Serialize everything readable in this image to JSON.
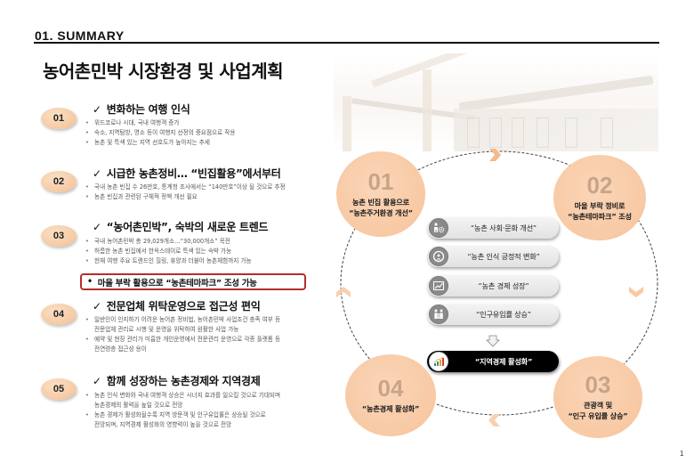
{
  "header": {
    "section_label": "01. SUMMARY",
    "page_title": "농어촌민박 시장환경 및 사업계획"
  },
  "items": [
    {
      "badge": "01",
      "check": "✓",
      "title": "변화하는 여행 인식",
      "bullets": [
        "위드코로나 시대, 국내 여행객 증가",
        "숙소, 지역탐방, 명소 등이 여행지 선정의 중요점으로 작용",
        "농촌 및 특색 있는 지역 선호도가 높아지는 추세"
      ]
    },
    {
      "badge": "02",
      "check": "✓",
      "title": "시급한 농촌정비… “빈집활용”에서부터",
      "bullets": [
        "국내 농촌 빈집 수 26만호, 통계청 조사에서는 “140만호”이상 될 것으로 추정",
        "농촌 빈집과 관련된 구체적 정책 개선 필요"
      ]
    },
    {
      "badge": "03",
      "check": "✓",
      "title": "“농어촌민박”, 숙박의 새로운 트렌드",
      "bullets": [
        "국내 농어촌민박 총 29,029개소…“30,000개소” 목전",
        "허름한 농촌 빈집에서 한옥스테이로 특색 있는 숙박 가능",
        "현재 여행 주요 트렌드인 힐링, 휴양과 더불어 농촌체험까지 가능"
      ],
      "highlight": "마을 부락 활용으로 “농촌테마파크” 조성 가능"
    },
    {
      "badge": "04",
      "check": "✓",
      "title": "전문업체 위탁운영으로 접근성 편익",
      "bullets": [
        "일반인이 인지하기 어려운 농어촌 정비법, 농어촌민박 사업조건 충족 여부 등",
        "전문업체 관리로 시행 및 운영을 위탁하여 원활한 사업 가능",
        "예약 및 현장 관리가 미흡한 개인운영에서 전문관리 운영으로 각종 플랫폼 등",
        "전연령층 접근성 용이"
      ]
    },
    {
      "badge": "05",
      "check": "✓",
      "title": "함께 성장하는 농촌경제와 지역경제",
      "bullets": [
        "농촌 인식 변화와 국내 여행객 상승은 시너지 효과를 일으킬 것으로 기대되며",
        "농촌경제의 활력을 높일 것으로 전망",
        "농촌 경제가 활성화될수록 지역 방문객 및 인구유입률은 상승될 것으로",
        "전망되며, 지역경제 활성화의 영향력이 높을 것으로 전망"
      ]
    }
  ],
  "cycle": {
    "circles": [
      {
        "num": "01",
        "line1": "농촌 빈집 활용으로",
        "line2": "“농촌주거환경 개선”"
      },
      {
        "num": "02",
        "line1": "마을 부락 정비로",
        "line2": "“농촌테마파크” 조성"
      },
      {
        "num": "03",
        "line1": "관광객 및",
        "line2": "“인구 유입률 상승”"
      },
      {
        "num": "04",
        "line1": "“농촌경제 활성화”",
        "line2": ""
      }
    ],
    "pills": [
      {
        "icon": "gear-person-icon",
        "label": "“농촌 사회·문화 개선”"
      },
      {
        "icon": "globe-people-icon",
        "label": "“농촌 인식 긍정적 변화”"
      },
      {
        "icon": "line-chart-icon",
        "label": "“농촌 경제 성장”"
      },
      {
        "icon": "family-icon",
        "label": "“인구유입률 상승”"
      }
    ],
    "result": {
      "icon": "bar-chart-icon",
      "label": "“지역경제 활성화”"
    },
    "accent_color": "#f8c9a4",
    "result_color": "#000000"
  },
  "footer": {
    "page_number": "1"
  }
}
